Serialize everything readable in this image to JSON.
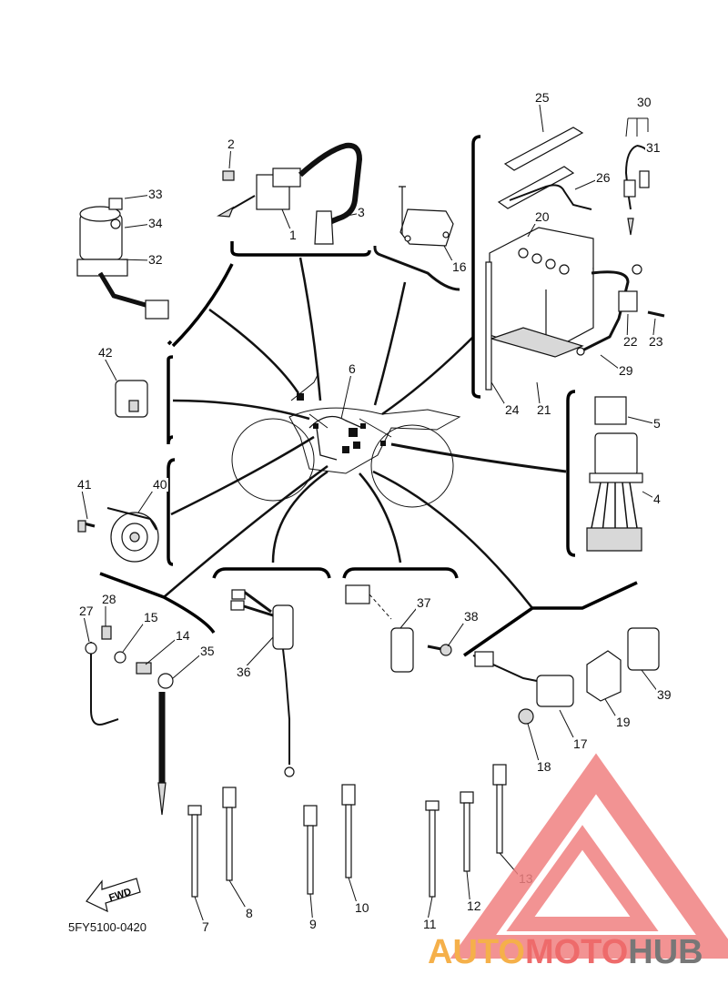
{
  "diagram": {
    "code": "5FY5100-0420",
    "direction_label": "FWD",
    "callouts": [
      "1",
      "2",
      "3",
      "4",
      "5",
      "6",
      "7",
      "8",
      "9",
      "10",
      "11",
      "12",
      "13",
      "14",
      "15",
      "16",
      "17",
      "18",
      "19",
      "20",
      "21",
      "22",
      "23",
      "24",
      "25",
      "26",
      "27",
      "28",
      "29",
      "30",
      "31",
      "32",
      "33",
      "34",
      "35",
      "36",
      "37",
      "38",
      "39",
      "40",
      "41",
      "42"
    ]
  },
  "watermark": {
    "brand_part1": "AUTO",
    "brand_part2": "MOTO",
    "brand_part3": "HUB",
    "colors": {
      "triangle": "#f08080",
      "auto": "#f5b04a",
      "moto": "#ee6b6b",
      "hub": "#777777"
    }
  }
}
